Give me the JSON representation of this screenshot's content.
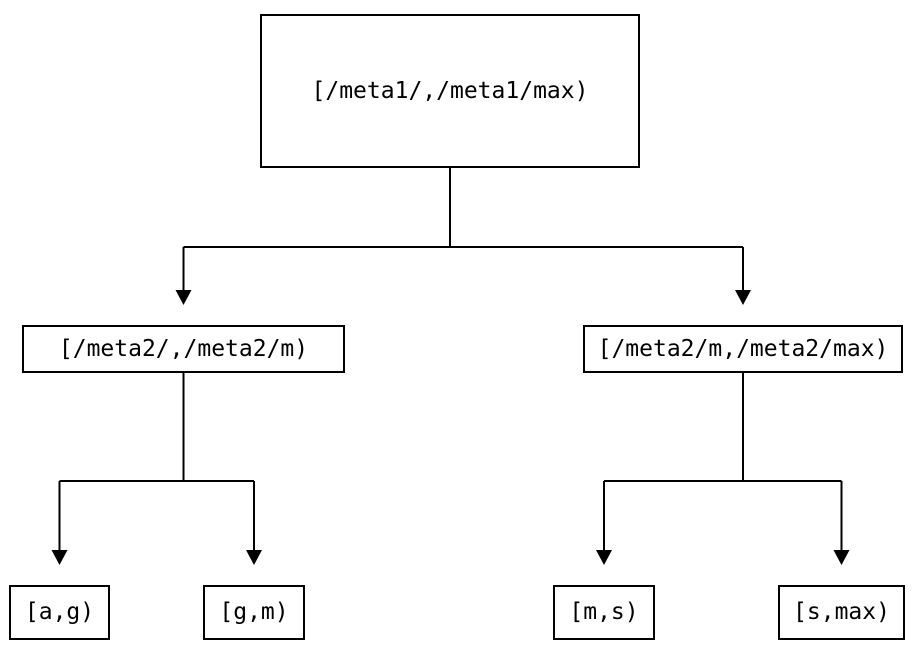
{
  "diagram": {
    "type": "tree",
    "background_color": "#ffffff",
    "line_color": "#000000",
    "text_color": "#000000",
    "nodes": {
      "root": {
        "label": "[/meta1/,/meta1/max)"
      },
      "meta2_low": {
        "label": "[/meta2/,/meta2/m)"
      },
      "meta2_high": {
        "label": "[/meta2/m,/meta2/max)"
      },
      "leaf_a_g": {
        "label": "[a,g)"
      },
      "leaf_g_m": {
        "label": "[g,m)"
      },
      "leaf_m_s": {
        "label": "[m,s)"
      },
      "leaf_s_max": {
        "label": "[s,max)"
      }
    },
    "edges": [
      {
        "from": "root",
        "to": "meta2_low"
      },
      {
        "from": "root",
        "to": "meta2_high"
      },
      {
        "from": "meta2_low",
        "to": "leaf_a_g"
      },
      {
        "from": "meta2_low",
        "to": "leaf_g_m"
      },
      {
        "from": "meta2_high",
        "to": "leaf_m_s"
      },
      {
        "from": "meta2_high",
        "to": "leaf_s_max"
      }
    ]
  }
}
